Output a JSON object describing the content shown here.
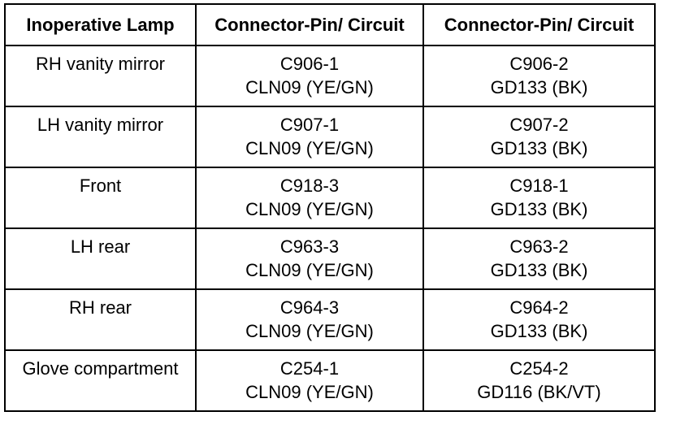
{
  "headers": [
    "Inoperative Lamp",
    "Connector-Pin/ Circuit",
    "Connector-Pin/ Circuit"
  ],
  "rows": [
    {
      "lamp": "RH vanity mirror",
      "pin1": "C906-1",
      "circuit1": "CLN09 (YE/GN)",
      "pin2": "C906-2",
      "circuit2": "GD133 (BK)"
    },
    {
      "lamp": "LH vanity mirror",
      "pin1": "C907-1",
      "circuit1": "CLN09 (YE/GN)",
      "pin2": "C907-2",
      "circuit2": "GD133 (BK)"
    },
    {
      "lamp": "Front",
      "pin1": "C918-3",
      "circuit1": "CLN09 (YE/GN)",
      "pin2": "C918-1",
      "circuit2": "GD133 (BK)"
    },
    {
      "lamp": "LH rear",
      "pin1": "C963-3",
      "circuit1": "CLN09 (YE/GN)",
      "pin2": "C963-2",
      "circuit2": "GD133 (BK)"
    },
    {
      "lamp": "RH rear",
      "pin1": "C964-3",
      "circuit1": "CLN09 (YE/GN)",
      "pin2": "C964-2",
      "circuit2": "GD133 (BK)"
    },
    {
      "lamp": "Glove compartment",
      "pin1": "C254-1",
      "circuit1": "CLN09 (YE/GN)",
      "pin2": "C254-2",
      "circuit2": "GD116 (BK/VT)"
    }
  ]
}
